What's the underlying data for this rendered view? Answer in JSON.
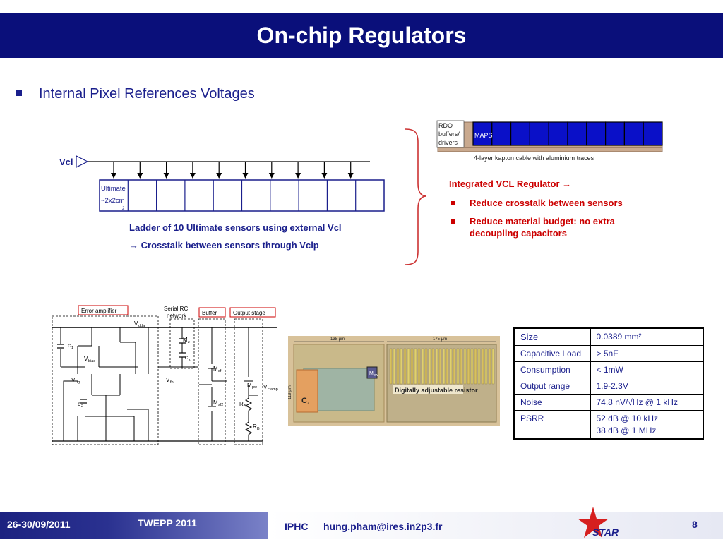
{
  "slide": {
    "title": "On-chip Regulators",
    "bullet": "Internal Pixel References Voltages"
  },
  "ladder": {
    "vcl_label": "Vcl",
    "first_cell_line1": "Ultimate",
    "first_cell_line2": "~2x2cm",
    "first_cell_sup": "2",
    "sensor_count": 10,
    "caption1": "Ladder of 10 Ultimate sensors using external Vcl",
    "caption2": "Crosstalk between sensors through Vclp",
    "arrow": "→"
  },
  "module": {
    "rdo_label": [
      "RDO",
      "buffers/",
      "drivers"
    ],
    "maps_label": "MAPS",
    "cable_label": "4-layer kapton cable with aluminium traces"
  },
  "regulator": {
    "title": "Integrated VCL Regulator",
    "arrow": "→",
    "bullets": [
      "Reduce crosstalk between sensors",
      "Reduce material budget: no extra decoupling capacitors"
    ]
  },
  "schematic": {
    "blocks": [
      "Error amplifier",
      "Serial RC network",
      "Buffer",
      "Output stage"
    ],
    "labels": {
      "vdda": "V",
      "vdda_sub": "dda",
      "c1": "c",
      "c1_sub": "1",
      "vbias": "V",
      "vbias_sub": "bias",
      "vbg": "V",
      "vbg_sub": "bg",
      "c2": "c",
      "c2_sub": "2",
      "mz": "M",
      "mz_sub": "z",
      "cz": "c",
      "cz_sub": "z",
      "vfb": "V",
      "vfb_sub": "fb",
      "msf": "M",
      "msf_sub": "sf",
      "msf2": "M",
      "msf2_sub": "sf2",
      "mpw": "M",
      "mpw_sub": "pw",
      "vclamp": "V",
      "vclamp_sub": "clamp",
      "ra": "R",
      "ra_sub": "A",
      "rb": "R",
      "rb_sub": "B"
    }
  },
  "layout_photo": {
    "dim1": "138 μm",
    "dim2": "175 μm",
    "dim3": "119 μm",
    "cz": "C",
    "cz_sub": "z",
    "mpw": "M",
    "mpw_sub": "pw",
    "resistor": "Digitally adjustable resistor"
  },
  "spec_table": {
    "rows": [
      {
        "k": "Size",
        "v": "0.0389 mm²"
      },
      {
        "k": "Capacitive Load",
        "v": "> 5nF"
      },
      {
        "k": "Consumption",
        "v": "< 1mW"
      },
      {
        "k": "Output range",
        "v": "1.9-2.3V"
      },
      {
        "k": "Noise",
        "v": "74.8 nV/√Hz @ 1 kHz"
      },
      {
        "k": "PSRR",
        "v": "52 dB @ 10 kHz",
        "v2": "38 dB @ 1 MHz"
      }
    ]
  },
  "footer": {
    "date": "26-30/09/2011",
    "conference": "TWEPP 2011",
    "lab": "IPHC",
    "email": "hung.pham@ires.in2p3.fr",
    "logo_text": "STAR",
    "page": "8"
  },
  "colors": {
    "title_bar": "#0a0f7a",
    "text_blue": "#1a1f8c",
    "accent_red": "#cc0000",
    "maps_blue": "#0a10c8"
  }
}
